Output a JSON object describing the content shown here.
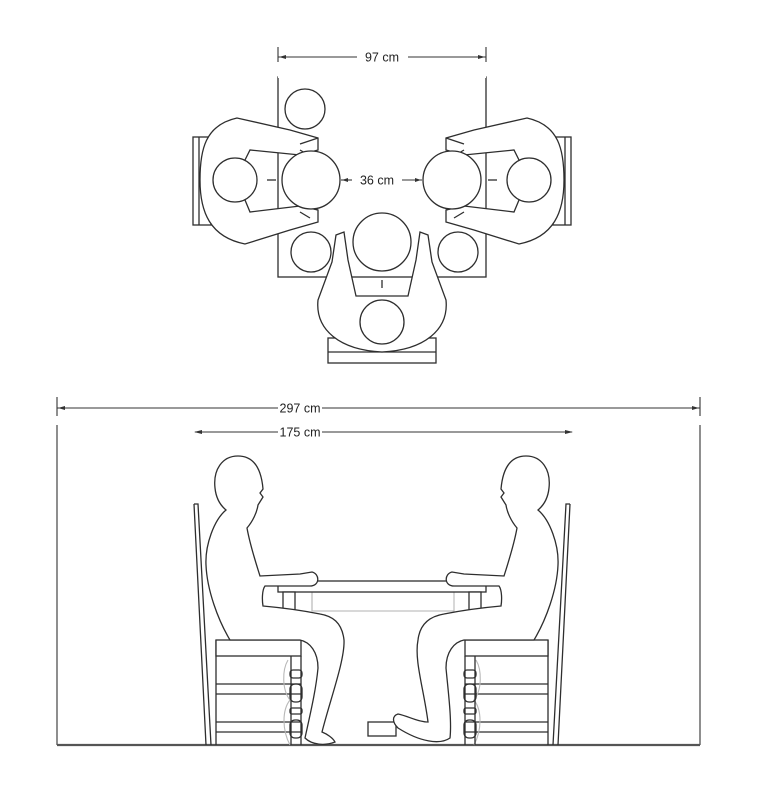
{
  "diagram": {
    "type": "dining-table-clearance",
    "views": [
      {
        "name": "plan view (top)",
        "table_shape": "square",
        "seated_people": 3,
        "place_settings": 3,
        "dimensions": {
          "table_width": "97 cm",
          "gap_between_plates": "36 cm"
        }
      },
      {
        "name": "elevation view (side)",
        "seated_people": 2,
        "dimensions": {
          "overall_width": "297 cm",
          "chair_back_to_chair_back": "175 cm"
        }
      }
    ]
  },
  "labels": {
    "top_width": "97 cm",
    "plate_gap": "36 cm",
    "overall": "297 cm",
    "inner": "175 cm"
  }
}
